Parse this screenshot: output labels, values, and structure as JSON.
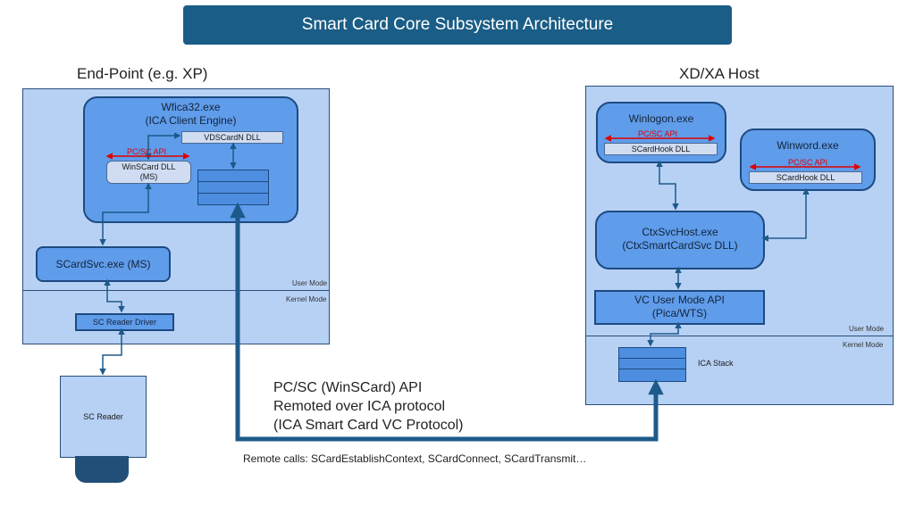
{
  "title": "Smart Card Core Subsystem Architecture",
  "endpoint": {
    "heading": "End-Point (e.g. XP)",
    "wfica": {
      "line1": "Wfica32.exe",
      "line2": "(ICA Client Engine)"
    },
    "vdscardn": "VDSCardN DLL",
    "api": "PC/SC API",
    "winscard": {
      "line1": "WinSCard DLL",
      "line2": "(MS)"
    },
    "scardsvc": "SCardSvc.exe (MS)",
    "user_mode": "User Mode",
    "kernel_mode": "Kernel Mode",
    "reader_driver": "SC Reader Driver",
    "reader": "SC Reader"
  },
  "host": {
    "heading": "XD/XA Host",
    "winlogon": {
      "name": "Winlogon.exe",
      "api": "PC/SC API",
      "hook": "SCardHook DLL"
    },
    "winword": {
      "name": "Winword.exe",
      "api": "PC/SC API",
      "hook": "SCardHook DLL"
    },
    "ctxsvc": {
      "line1": "CtxSvcHost.exe",
      "line2": "(CtxSmartCardSvc DLL)"
    },
    "vcapi": {
      "line1": "VC User Mode API",
      "line2": "(Pica/WTS)"
    },
    "user_mode": "User Mode",
    "kernel_mode": "Kernel Mode",
    "ica_stack": "ICA Stack"
  },
  "protocol": {
    "line1": "PC/SC (WinSCard) API",
    "line2": "Remoted over ICA protocol",
    "line3": "(ICA Smart Card VC Protocol)"
  },
  "remote_calls": "Remote calls: SCardEstablishContext, SCardConnect, SCardTransmit…",
  "colors": {
    "title_bg": "#1a5d86",
    "panel": "#b7d1f5",
    "box": "#5f9cea",
    "arrow": "#1d5a8a",
    "api_red": "#e00000"
  }
}
